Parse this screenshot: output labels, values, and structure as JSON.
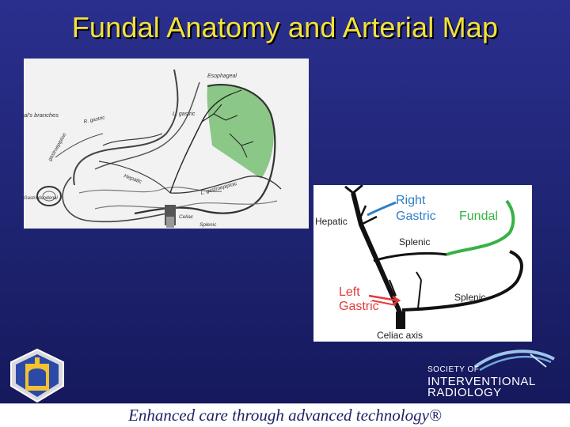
{
  "slide": {
    "title": "Fundal Anatomy and Arterial Map",
    "slogan": "Enhanced care through advanced technology®"
  },
  "anatomy": {
    "labels": {
      "esophageal": "Esophageal",
      "branches": "al's branches",
      "gastric": "L. gastric",
      "right_gastric": "R. gastric",
      "gastroepiploic": "gastroepiploic",
      "gastroduodenal": "Gastroduodenal",
      "hepatic": "Hepatic",
      "l_gastroepiploic": "L. gastroepiploic",
      "celiac": "Celiac",
      "splenic": "Splenic"
    },
    "fundus_color": "#7fc27a"
  },
  "arterial_map": {
    "labels": {
      "right": "Right",
      "gastric": "Gastric",
      "fundal": "Fundal",
      "hepatic": "Hepatic",
      "splenic_upper": "Splenic",
      "left": "Left",
      "left_gastric": "Gastric",
      "splenic_lower": "Splenic",
      "celiac_axis": "Celiac axis"
    },
    "colors": {
      "right_gastric": "#2f7fc6",
      "fundal": "#36b245",
      "left_gastric": "#e23a3a",
      "vessel": "#111111"
    }
  },
  "sir": {
    "line1": "SOCIETY OF",
    "line2": "INTERVENTIONAL",
    "line3": "RADIOLOGY"
  }
}
